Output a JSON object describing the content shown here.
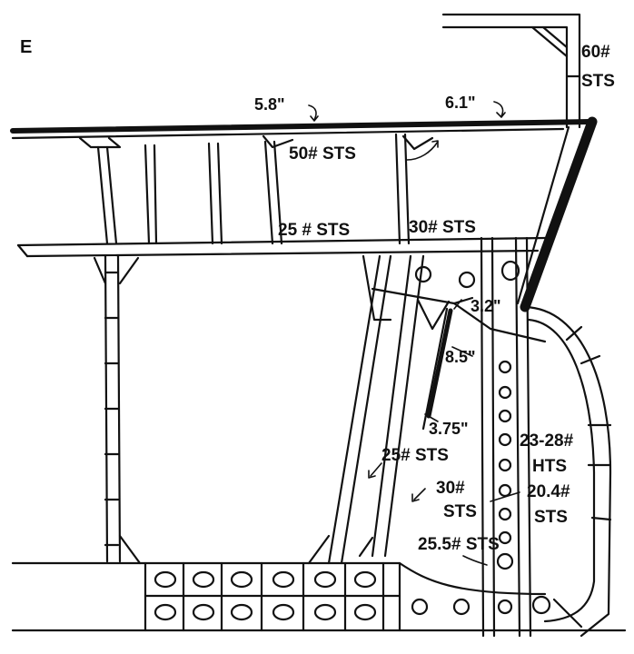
{
  "figure": {
    "panel_letter": "E",
    "labels": {
      "main_deck_left": "5.8\"",
      "main_deck_right": "6.1\"",
      "bulwark_weight": "60#",
      "bulwark_type": "STS",
      "deck_plating": "50# STS",
      "second_deck_left": "25 # STS",
      "second_deck_right": "30# STS",
      "gap_top": "3.2\"",
      "gap_mid": "8.5\"",
      "gap_low": "3.75\"",
      "long_bhd_outer": "25# STS",
      "long_bhd_inner_weight": "30#",
      "long_bhd_inner_type": "STS",
      "side_plating_weight": "23-28#",
      "side_plating_type": "HTS",
      "shell_lower_weight": "20.4#",
      "shell_lower_type": "STS",
      "bottom_plating": "25.5# STS"
    }
  }
}
